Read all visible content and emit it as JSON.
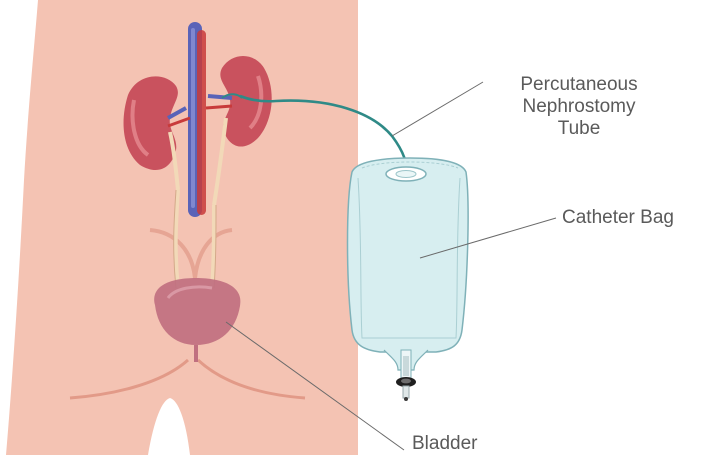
{
  "labels": {
    "nephrostomy_tube": [
      "Percutaneous",
      "Nephrostomy",
      "Tube"
    ],
    "catheter_bag": "Catheter Bag",
    "bladder": "Bladder"
  },
  "colors": {
    "skin": "#f4c3b3",
    "skin_shadow": "#e8a898",
    "kidney": "#c9525e",
    "kidney_light": "#e07f86",
    "vein": "#5a63b8",
    "artery": "#c83a3a",
    "ureter": "#f2d9b8",
    "bladder": "#c07080",
    "tube": "#2f8a87",
    "bag_fill": "#d7eef0",
    "bag_stroke": "#7fb1b8",
    "leader_line": "#6a6a6a"
  },
  "icons": {
    "drain_valve": "valve-icon"
  }
}
